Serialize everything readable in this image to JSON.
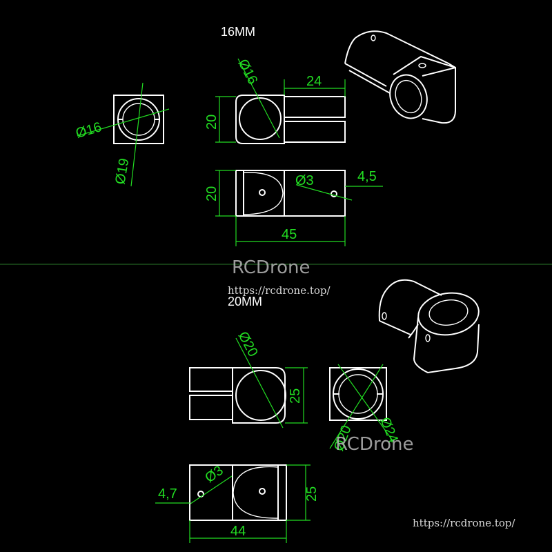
{
  "sections": {
    "top_title": "16MM",
    "bottom_title": "20MM"
  },
  "dimensions_16mm": {
    "end_outer_diameter": "Ø16",
    "end_inner_diameter": "Ø19",
    "top_diameter": "Ø16",
    "top_arm_length": "24",
    "top_height": "20",
    "front_height": "20",
    "hole_diameter": "Ø3",
    "hole_offset": "4,5",
    "total_length": "45"
  },
  "dimensions_20mm": {
    "top_diameter": "Ø20",
    "top_height": "25",
    "end_diameter_a": "Ø20",
    "end_diameter_b": "Ø24",
    "hole_diameter": "Ø3",
    "hole_offset": "4,7",
    "front_height": "25",
    "total_length": "44"
  },
  "watermarks": {
    "brand_mid": "RCDrone",
    "url_mid": "https://rcdrone.top/",
    "brand_lower": "RCDrone",
    "url_bottom": "https://rcdrone.top/"
  },
  "colors": {
    "background": "#000000",
    "outline": "#ffffff",
    "dimension": "#22dd22"
  }
}
